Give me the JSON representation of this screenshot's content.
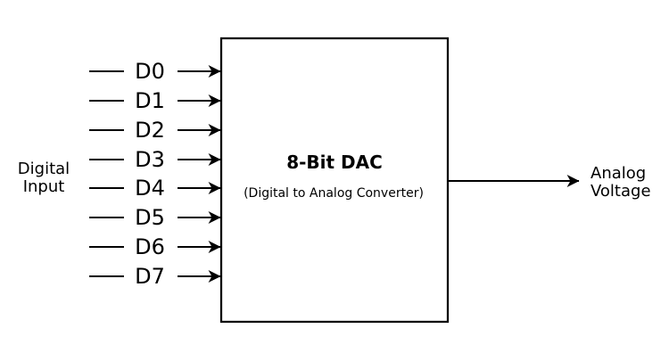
{
  "colors": {
    "background": "#ffffff",
    "ink": "#000000"
  },
  "diagram": {
    "left_label": {
      "line1": "Digital",
      "line2": "Input"
    },
    "inputs": [
      "D0",
      "D1",
      "D2",
      "D3",
      "D4",
      "D5",
      "D6",
      "D7"
    ],
    "box": {
      "title": "8-Bit DAC",
      "subtitle": "(Digital to Analog Converter)"
    },
    "output_label": {
      "line1": "Analog",
      "line2": "Voltage"
    }
  }
}
